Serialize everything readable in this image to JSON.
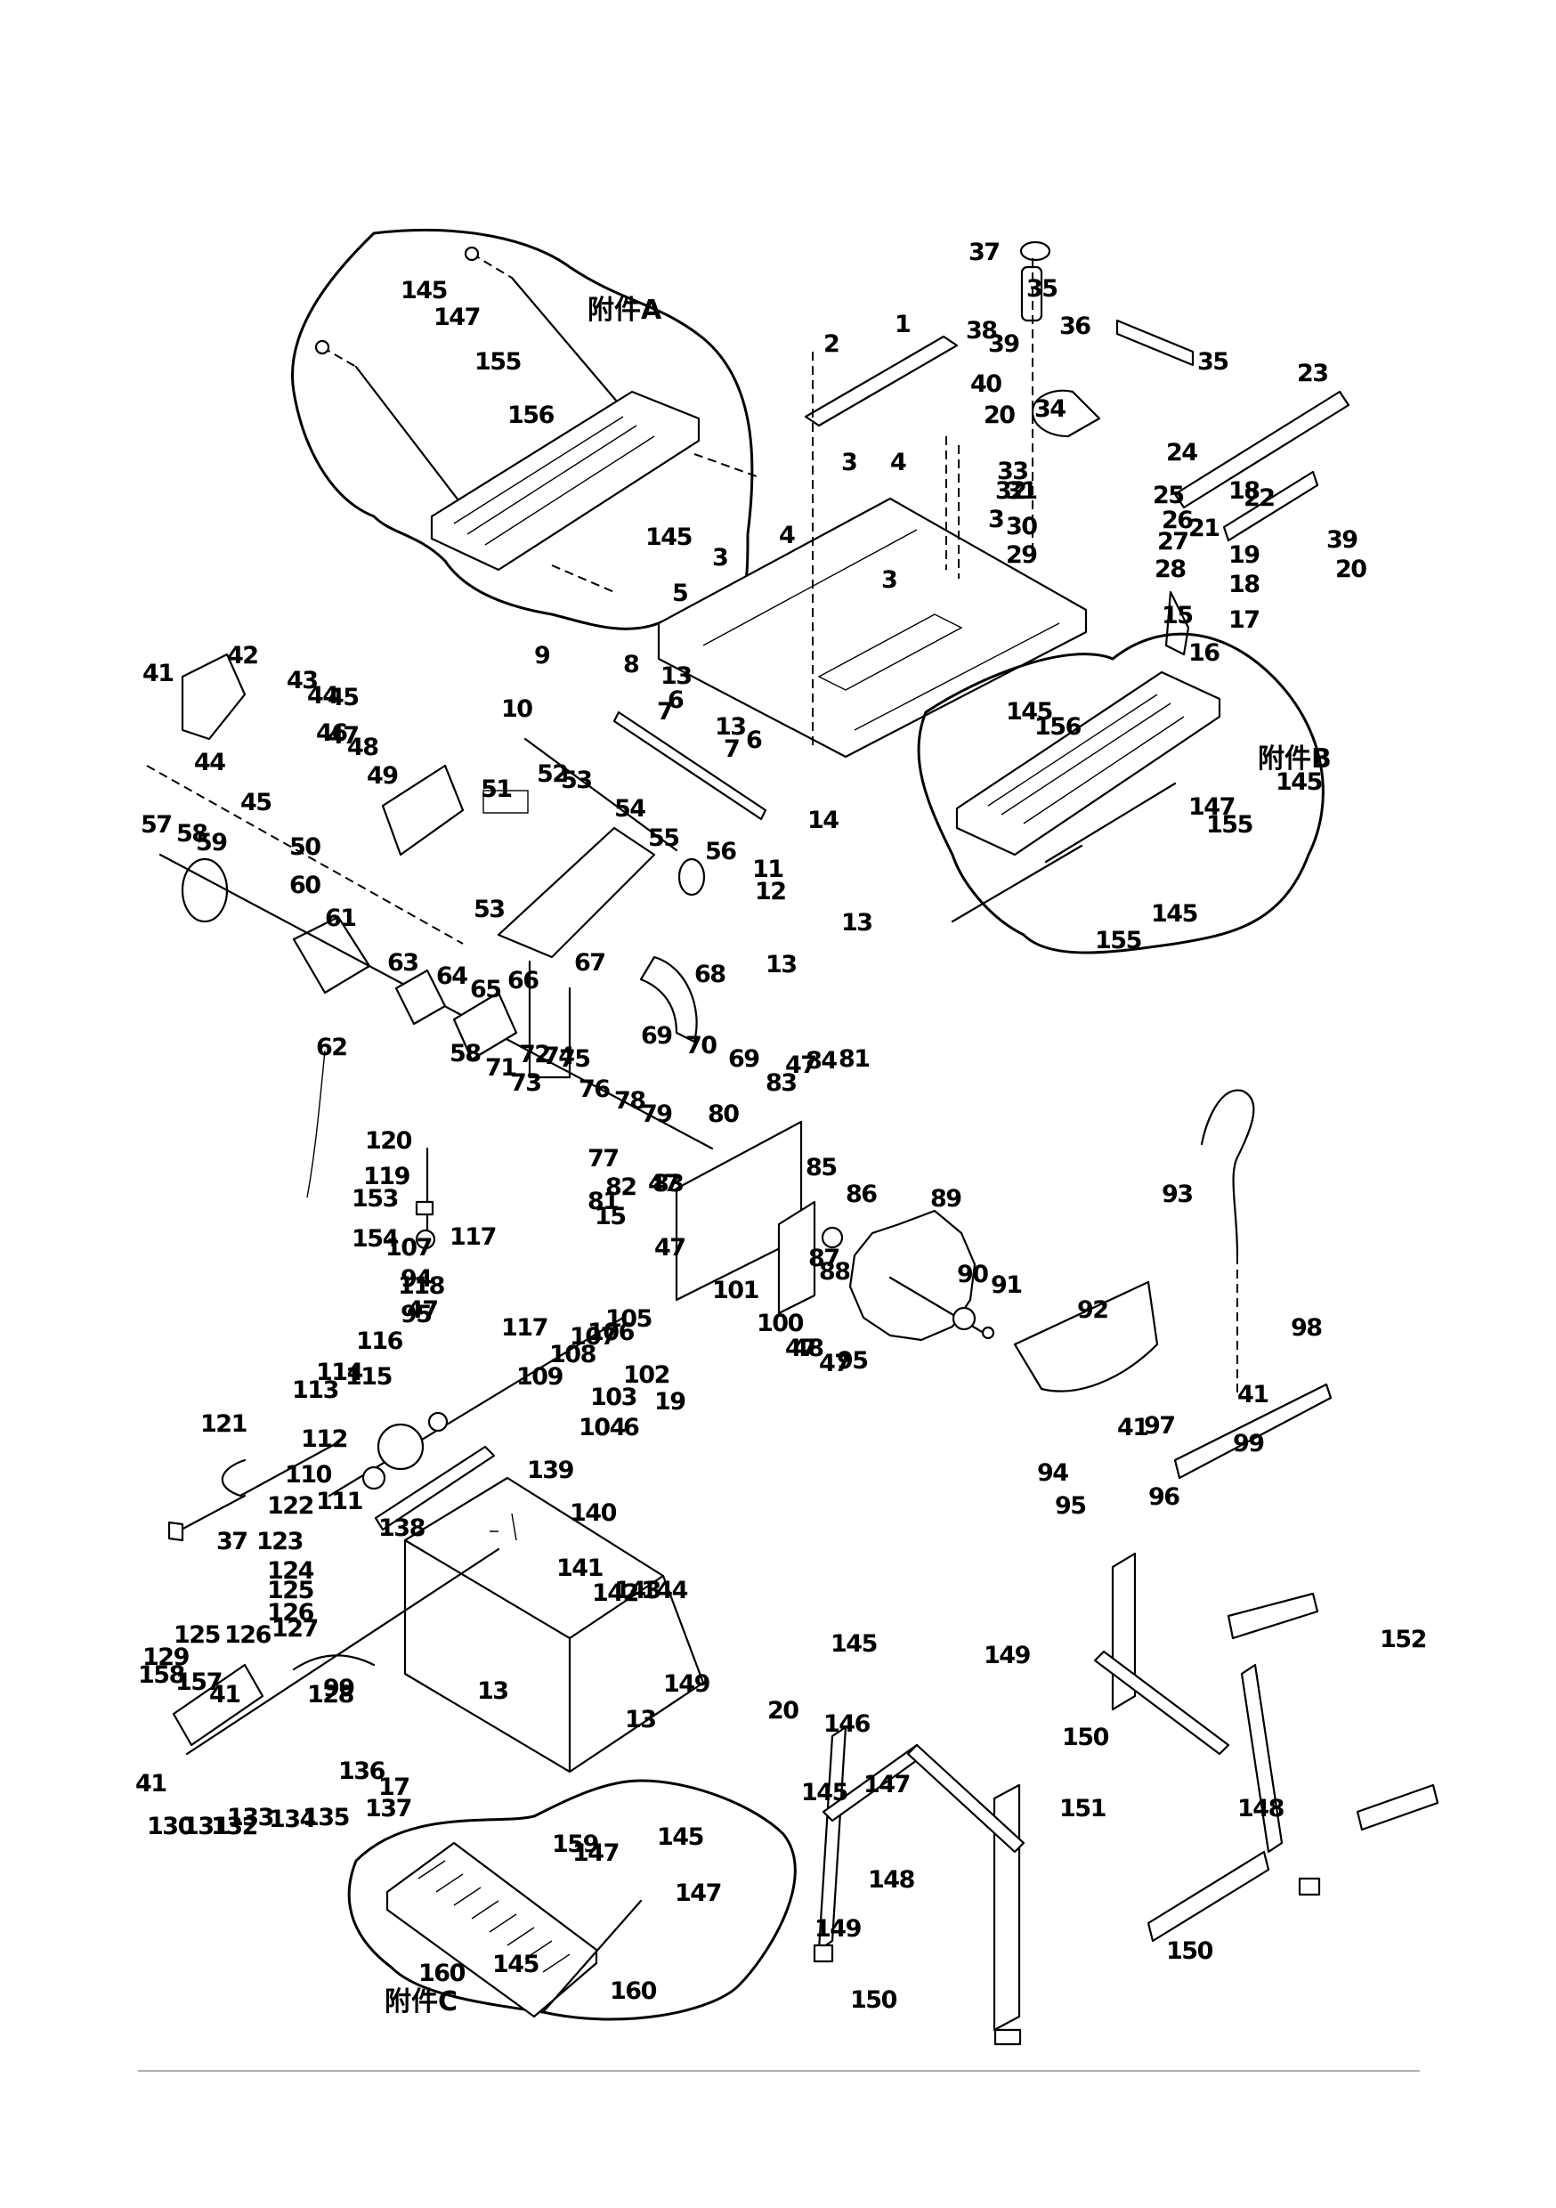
{
  "document": {
    "type": "exploded parts diagram",
    "subject": "bench table saw with folding stand"
  },
  "groups": [
    {
      "id": "A",
      "label": "附件A",
      "parts": [
        "145",
        "147",
        "155",
        "156"
      ]
    },
    {
      "id": "B",
      "label": "附件B",
      "parts": [
        "145",
        "147",
        "155",
        "156"
      ]
    },
    {
      "id": "C",
      "label": "附件C",
      "parts": [
        "145",
        "147",
        "159",
        "160"
      ]
    }
  ],
  "callouts": {
    "c1": "1",
    "c2": "2",
    "c3a": "3",
    "c3b": "3",
    "c3c": "3",
    "c3d": "3",
    "c4a": "4",
    "c4b": "4",
    "c5": "5",
    "c6a": "6",
    "c6b": "6",
    "c6c": "6",
    "c7a": "7",
    "c7b": "7",
    "c8": "8",
    "c9": "9",
    "c10": "10",
    "c11": "11",
    "c12": "12",
    "c13a": "13",
    "c13b": "13",
    "c13c": "13",
    "c13d": "13",
    "c13e": "13",
    "c13f": "13",
    "c14": "14",
    "c15a": "15",
    "c15b": "15",
    "c16": "16",
    "c17a": "17",
    "c17b": "17",
    "c18a": "18",
    "c18b": "18",
    "c19a": "19",
    "c19b": "19",
    "c20a": "20",
    "c20b": "20",
    "c20c": "20",
    "c21": "21",
    "c22": "22",
    "c23": "23",
    "c24": "24",
    "c25": "25",
    "c26": "26",
    "c27": "27",
    "c28": "28",
    "c29": "29",
    "c30": "30",
    "c31": "31",
    "c32": "32",
    "c33": "33",
    "c34": "34",
    "c35a": "35",
    "c35b": "35",
    "c36": "36",
    "c37a": "37",
    "c37b": "37",
    "c38": "38",
    "c39a": "39",
    "c39b": "39",
    "c40": "40",
    "c41a": "41",
    "c41b": "41",
    "c41c": "41",
    "c41d": "41",
    "c41e": "41",
    "c42": "42",
    "c43": "43",
    "c44a": "44",
    "c44b": "44",
    "c45a": "45",
    "c45b": "45",
    "c46": "46",
    "c47a": "47",
    "c47b": "47",
    "c47c": "47",
    "c47d": "47",
    "c47e": "47",
    "c47f": "47",
    "c47g": "47",
    "c48a": "48",
    "c48b": "48",
    "c49": "49",
    "c50": "50",
    "c51": "51",
    "c52": "52",
    "c53a": "53",
    "c53b": "53",
    "c54": "54",
    "c55": "55",
    "c56": "56",
    "c57": "57",
    "c58a": "58",
    "c58b": "58",
    "c59": "59",
    "c60": "60",
    "c61": "61",
    "c62": "62",
    "c63": "63",
    "c64": "64",
    "c65": "65",
    "c66": "66",
    "c67": "67",
    "c68": "68",
    "c69a": "69",
    "c69b": "69",
    "c70": "70",
    "c71": "71",
    "c72": "72",
    "c73": "73",
    "c74": "74",
    "c75": "75",
    "c76": "76",
    "c77": "77",
    "c78": "78",
    "c79": "79",
    "c80": "80",
    "c81a": "81",
    "c81b": "81",
    "c82": "82",
    "c83a": "83",
    "c83b": "83",
    "c84": "84",
    "c85": "85",
    "c86": "86",
    "c87": "87",
    "c88": "88",
    "c89": "89",
    "c90": "90",
    "c91": "91",
    "c92": "92",
    "c93": "93",
    "c94a": "94",
    "c94b": "94",
    "c95a": "95",
    "c95b": "95",
    "c95c": "95",
    "c96": "96",
    "c97": "97",
    "c98": "98",
    "c99a": "99",
    "c99b": "99",
    "c100": "100",
    "c101": "101",
    "c102": "102",
    "c103": "103",
    "c104": "104",
    "c105": "105",
    "c106": "106",
    "c107a": "107",
    "c107b": "107",
    "c108": "108",
    "c109": "109",
    "c110": "110",
    "c111": "111",
    "c112": "112",
    "c113": "113",
    "c114": "114",
    "c115": "115",
    "c116": "116",
    "c117a": "117",
    "c117b": "117",
    "c118": "118",
    "c119": "119",
    "c120": "120",
    "c121": "121",
    "c122": "122",
    "c123": "123",
    "c124": "124",
    "c125a": "125",
    "c125b": "125",
    "c126a": "126",
    "c126b": "126",
    "c127": "127",
    "c128": "128",
    "c129": "129",
    "c130": "130",
    "c131": "131",
    "c132": "132",
    "c133": "133",
    "c134": "134",
    "c135": "135",
    "c136": "136",
    "c137": "137",
    "c138": "138",
    "c139": "139",
    "c140": "140",
    "c141": "141",
    "c142": "142",
    "c143": "143",
    "c144": "144",
    "c145a": "145",
    "c145b": "145",
    "c145c": "145",
    "c145d": "145",
    "c145e": "145",
    "c145f": "145",
    "c145g": "145",
    "c145h": "145",
    "c145i": "145",
    "c146": "146",
    "c147a": "147",
    "c147b": "147",
    "c147c": "147",
    "c147d": "147",
    "c147e": "147",
    "c148a": "148",
    "c148b": "148",
    "c149a": "149",
    "c149b": "149",
    "c149c": "149",
    "c150a": "150",
    "c150b": "150",
    "c150c": "150",
    "c151": "151",
    "c152": "152",
    "c153": "153",
    "c154": "154",
    "c155a": "155",
    "c155b": "155",
    "c155c": "155",
    "c156a": "156",
    "c156b": "156",
    "c157": "157",
    "c158": "158",
    "c159": "159",
    "c160a": "160",
    "c160b": "160"
  }
}
